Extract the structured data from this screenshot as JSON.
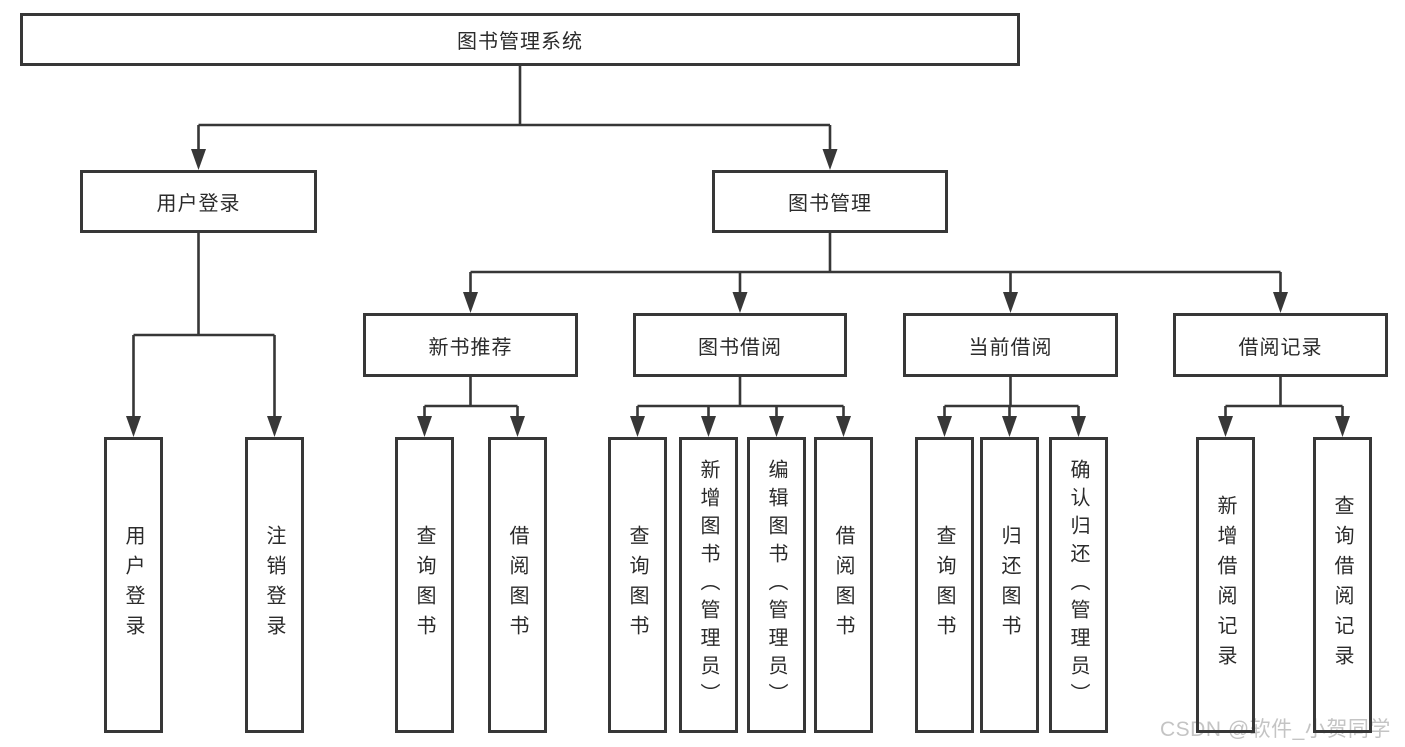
{
  "watermark": "CSDN @软件_小贺同学",
  "colors": {
    "line": "#373737",
    "text": "#2b2b2b",
    "watermark": "#c4c4c4",
    "background": "#ffffff"
  },
  "tree": {
    "label": "图书管理系统",
    "children": [
      {
        "label": "用户登录",
        "children": [
          {
            "label": "用户登录"
          },
          {
            "label": "注销登录"
          }
        ]
      },
      {
        "label": "图书管理",
        "children": [
          {
            "label": "新书推荐",
            "children": [
              {
                "label": "查询图书"
              },
              {
                "label": "借阅图书"
              }
            ]
          },
          {
            "label": "图书借阅",
            "children": [
              {
                "label": "查询图书"
              },
              {
                "label": "新增图书（管理员）"
              },
              {
                "label": "编辑图书（管理员）"
              },
              {
                "label": "借阅图书"
              }
            ]
          },
          {
            "label": "当前借阅",
            "children": [
              {
                "label": "查询图书"
              },
              {
                "label": "归还图书"
              },
              {
                "label": "确认归还（管理员）"
              }
            ]
          },
          {
            "label": "借阅记录",
            "children": [
              {
                "label": "新增借阅记录"
              },
              {
                "label": "查询借阅记录"
              }
            ]
          }
        ]
      }
    ]
  }
}
